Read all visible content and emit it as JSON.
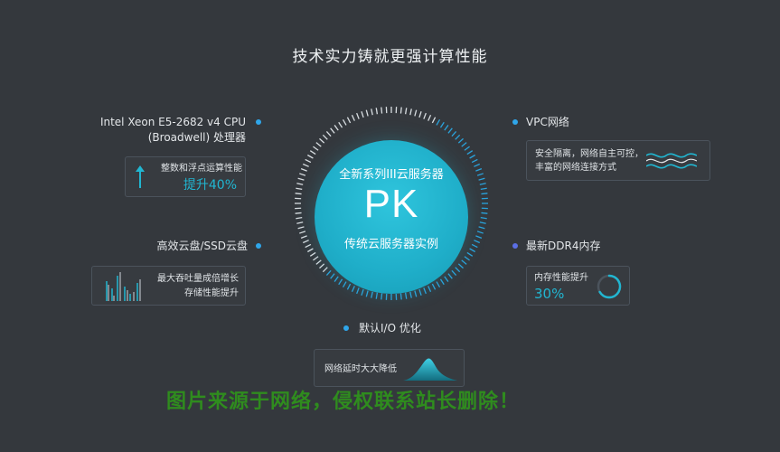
{
  "title": "技术实力铸就更强计算性能",
  "center": {
    "top_text": "全新系列III云服务器",
    "main_text": "PK",
    "bottom_text": "传统云服务器实例"
  },
  "cpu": {
    "line1": "Intel Xeon E5-2682 v4 CPU",
    "line2": "(Broadwell) 处理器",
    "card_desc": "整数和浮点运算性能",
    "card_value": "提升40%"
  },
  "disk": {
    "label": "高效云盘/SSD云盘",
    "card_line1": "最大吞吐量成倍增长",
    "card_line2": "存储性能提升"
  },
  "io": {
    "label": "默认I/O 优化",
    "card_text": "网络延时大大降低"
  },
  "vpc": {
    "label": "VPC网络",
    "card_line1": "安全隔离，网络自主可控，",
    "card_line2": "丰富的网络连接方式"
  },
  "ddr4": {
    "label": "最新DDR4内存",
    "card_desc": "内存性能提升",
    "card_value": "30%"
  },
  "watermark": "图片来源于网络，侵权联系站长删除！",
  "colors": {
    "background": "#34383d",
    "accent": "#21b6d1",
    "dot_blue": "#2fa6ea",
    "dot_purple": "#5b6fe6",
    "watermark": "#2f8c1e"
  }
}
